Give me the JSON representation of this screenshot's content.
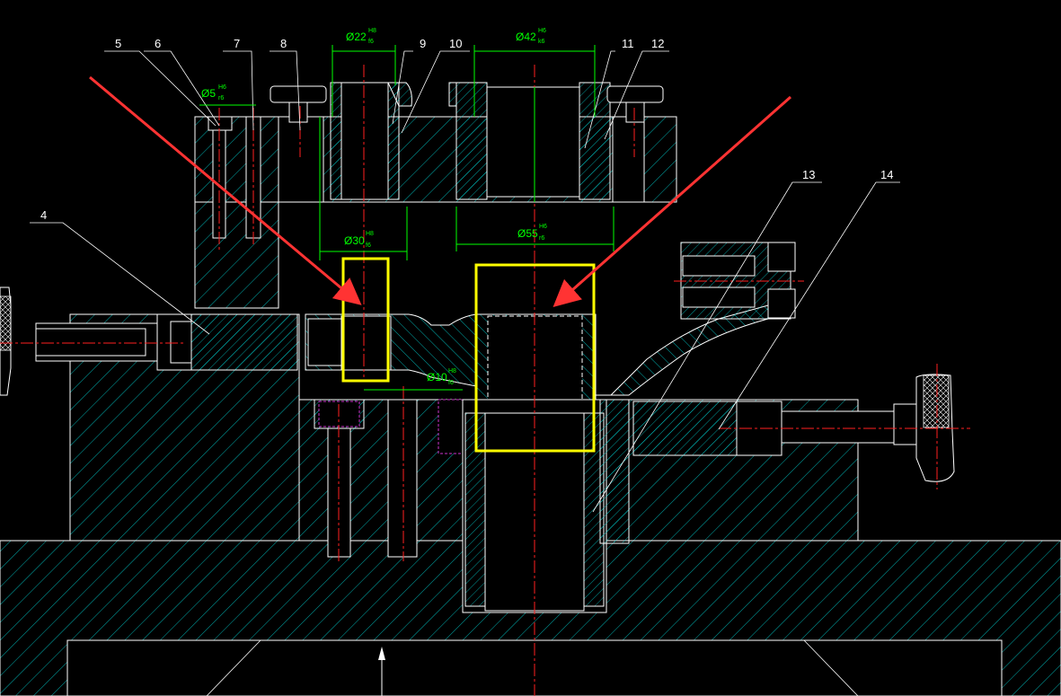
{
  "drawing": {
    "part_labels": [
      "5",
      "6",
      "7",
      "8",
      "9",
      "10",
      "11",
      "12",
      "4",
      "13",
      "14"
    ],
    "dimensions": [
      {
        "nominal": "Ø22",
        "upper": "H8",
        "lower": "f6"
      },
      {
        "nominal": "Ø42",
        "upper": "H6",
        "lower": "k6"
      },
      {
        "nominal": "Ø5",
        "upper": "H6",
        "lower": "r6"
      },
      {
        "nominal": "Ø30",
        "upper": "H8",
        "lower": "f6"
      },
      {
        "nominal": "Ø55",
        "upper": "H6",
        "lower": "r6"
      },
      {
        "nominal": "Ø10",
        "upper": "H8",
        "lower": "f6"
      }
    ]
  },
  "colors": {
    "background": "#000000",
    "hatch": "#00e5e5",
    "outline": "#ffffff",
    "dimension": "#00ff00",
    "centerline": "#ff2020",
    "highlight": "#ffff00",
    "arrow": "#ff3333",
    "hidden": "#cc33cc"
  }
}
